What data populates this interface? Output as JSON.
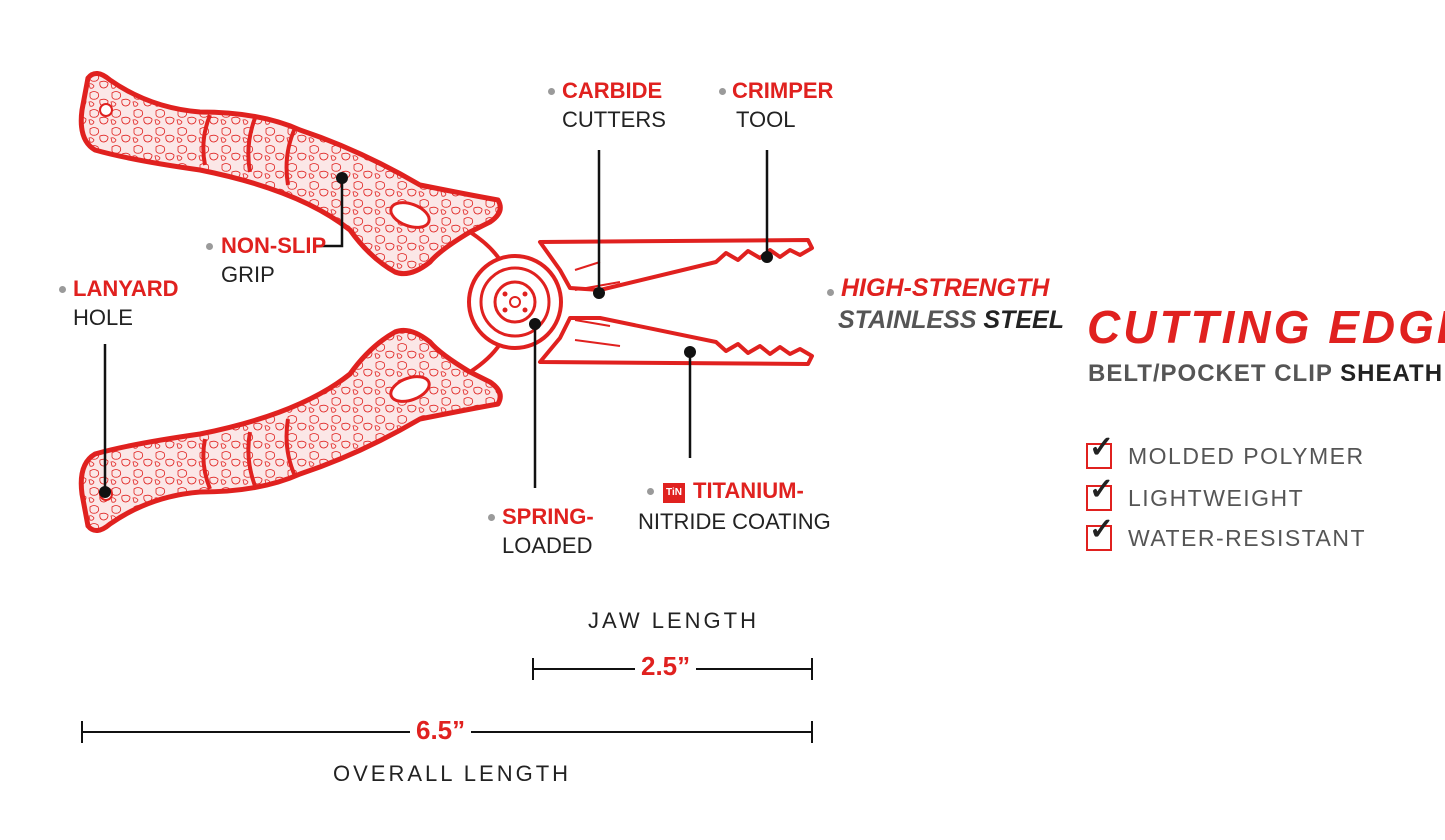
{
  "callouts": {
    "carbide": {
      "red": "CARBIDE",
      "black": "CUTTERS"
    },
    "crimper": {
      "red": "CRIMPER",
      "black": "TOOL"
    },
    "nonslip": {
      "red": "NON-SLIP",
      "black": "GRIP"
    },
    "lanyard": {
      "red": "LANYARD",
      "black": "HOLE"
    },
    "highstrength": {
      "red": "HIGH-STRENGTH",
      "grey": "STAINLESS",
      "black": "STEEL"
    },
    "spring": {
      "red": "SPRING-",
      "black": "LOADED"
    },
    "titanium": {
      "badge": "TiN",
      "red": "TITANIUM-",
      "black": "NITRIDE COATING"
    }
  },
  "dimensions": {
    "jaw_label": "JAW LENGTH",
    "jaw_value": "2.5”",
    "overall_value": "6.5”",
    "overall_label": "OVERALL LENGTH"
  },
  "panel": {
    "title": "CUTTING EDGE",
    "subtitle_main": "BELT/POCKET CLIP",
    "subtitle_end": "SHEATH",
    "features": [
      "MOLDED POLYMER",
      "LIGHTWEIGHT",
      "WATER-RESISTANT"
    ]
  },
  "colors": {
    "accent": "#e0211f",
    "text": "#222222",
    "grey": "#555555"
  }
}
